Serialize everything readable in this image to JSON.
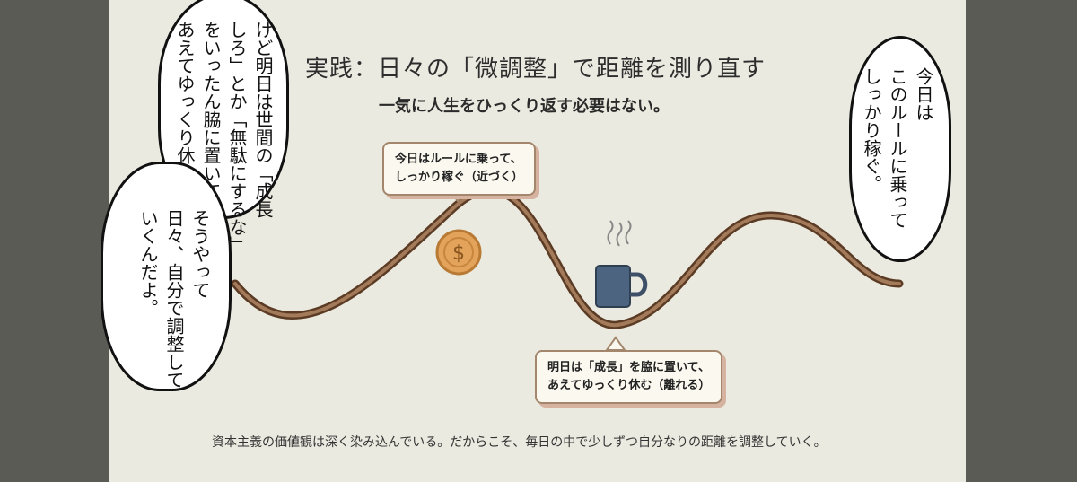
{
  "title": "実践：日々の「微調整」で距離を測り直す",
  "subtitle": "一気に人生をひっくり返す必要はない。",
  "callout_top": "今日はルールに乗って、\nしっかり稼ぐ（近づく）",
  "callout_bottom": "明日は「成長」を脇に置いて、\nあえてゆっくり休む（離れる）",
  "footer": "資本主義の価値観は深く染み込んでいる。だからこそ、毎日の中で少しずつ自分なりの距離を調整していく。",
  "bubble_left_text": "けど明日は世間の「成長\nしろ」とか「無駄にするな」\nをいったん脇に置いて、\nあえてゆっくり休む。",
  "bubble_left_text2": "そうやって\n日々、自分で調整して\nいくんだよ。",
  "bubble_right_text": "今日は\nこのルールに乗って\nしっかり稼ぐ。",
  "coin_symbol": "$",
  "icons": {
    "coin": "dollar-coin-icon",
    "cup": "coffee-cup-icon"
  },
  "colors": {
    "wave": "#7a5338",
    "coin": "#e2a25a",
    "cup": "#4d6480"
  }
}
